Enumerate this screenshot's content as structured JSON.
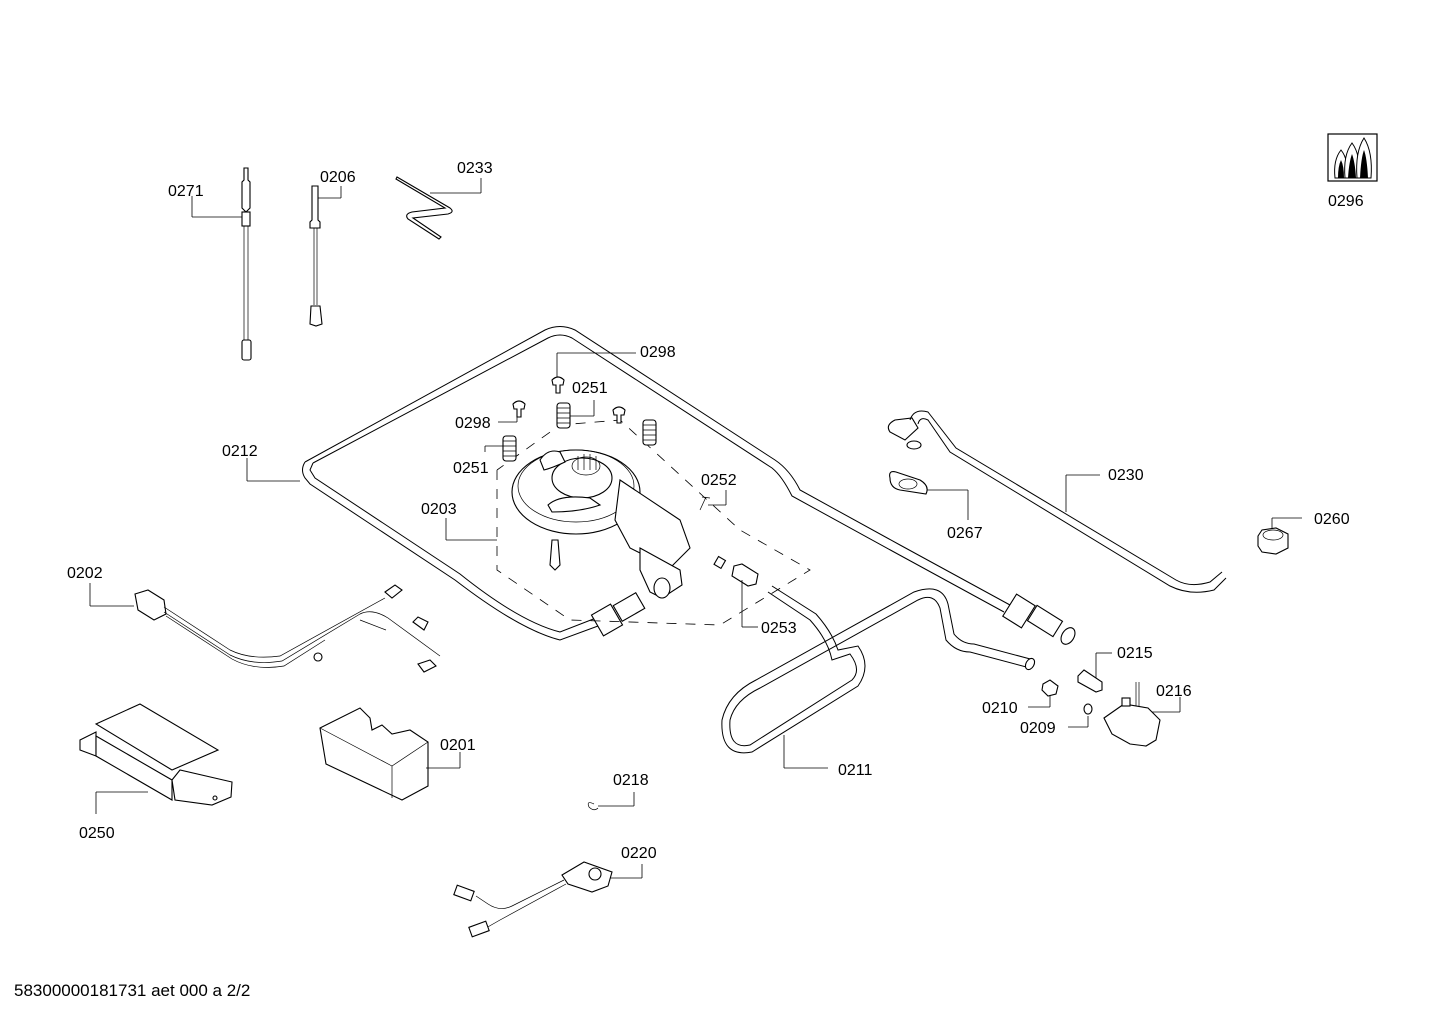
{
  "document": {
    "type": "exploded parts diagram",
    "footer": "58300000181731 aet 000 a 2/2"
  },
  "parts": [
    {
      "id": "0271",
      "label": "0271",
      "name": "thermocouple"
    },
    {
      "id": "0206",
      "label": "0206",
      "name": "ignition-electrode"
    },
    {
      "id": "0233",
      "label": "0233",
      "name": "bent-wire-clip"
    },
    {
      "id": "0296",
      "label": "0296",
      "name": "gas-flame-symbol"
    },
    {
      "id": "0298a",
      "label": "0298",
      "name": "screw"
    },
    {
      "id": "0298b",
      "label": "0298",
      "name": "screw"
    },
    {
      "id": "0251a",
      "label": "0251",
      "name": "spring"
    },
    {
      "id": "0251b",
      "label": "0251",
      "name": "spring"
    },
    {
      "id": "0212",
      "label": "0212",
      "name": "gas-pipe-frame"
    },
    {
      "id": "0252",
      "label": "0252",
      "name": "pin"
    },
    {
      "id": "0203",
      "label": "0203",
      "name": "burner-assembly"
    },
    {
      "id": "0253",
      "label": "0253",
      "name": "nozzle-nut"
    },
    {
      "id": "0230",
      "label": "0230",
      "name": "gas-pipe"
    },
    {
      "id": "0267",
      "label": "0267",
      "name": "gasket"
    },
    {
      "id": "0260",
      "label": "0260",
      "name": "nut"
    },
    {
      "id": "0202",
      "label": "0202",
      "name": "wiring-harness"
    },
    {
      "id": "0215",
      "label": "0215",
      "name": "injector"
    },
    {
      "id": "0216",
      "label": "0216",
      "name": "gas-valve"
    },
    {
      "id": "0210",
      "label": "0210",
      "name": "fitting"
    },
    {
      "id": "0209",
      "label": "0209",
      "name": "seal"
    },
    {
      "id": "0211",
      "label": "0211",
      "name": "gas-pipe-loop"
    },
    {
      "id": "0201",
      "label": "0201",
      "name": "ignition-module"
    },
    {
      "id": "0250",
      "label": "0250",
      "name": "module-cover"
    },
    {
      "id": "0218",
      "label": "0218",
      "name": "retaining-clip"
    },
    {
      "id": "0220",
      "label": "0220",
      "name": "switch-with-cable"
    }
  ]
}
